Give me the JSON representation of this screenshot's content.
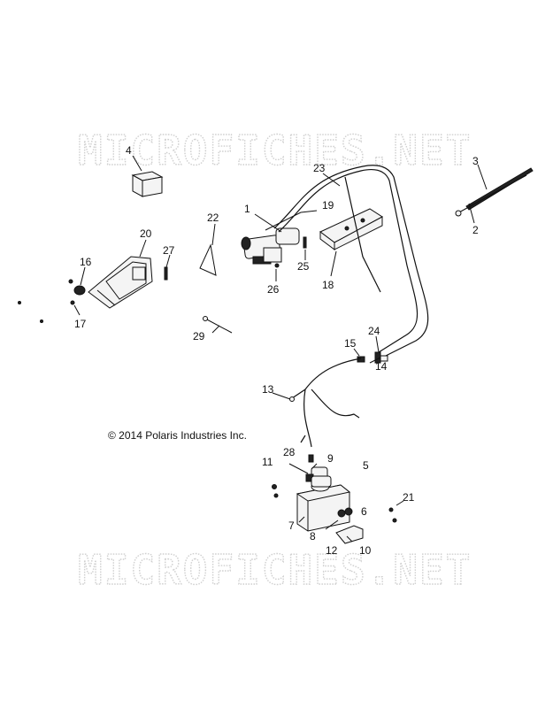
{
  "watermarks": [
    "MICROFICHES.NET",
    "MICROFICHES.NET"
  ],
  "copyright": "© 2014 Polaris Industries Inc.",
  "callouts": {
    "c1": "1",
    "c2": "2",
    "c3": "3",
    "c4": "4",
    "c5": "5",
    "c6": "6",
    "c7": "7",
    "c8": "8",
    "c9": "9",
    "c10": "10",
    "c11": "11",
    "c12": "12",
    "c13": "13",
    "c14": "14",
    "c15": "15",
    "c16": "16",
    "c17": "17",
    "c18": "18",
    "c19": "19",
    "c20": "20",
    "c21": "21",
    "c22": "22",
    "c23": "23",
    "c24": "24",
    "c25": "25",
    "c26": "26",
    "c27": "27",
    "c28": "28",
    "c29": "29"
  }
}
